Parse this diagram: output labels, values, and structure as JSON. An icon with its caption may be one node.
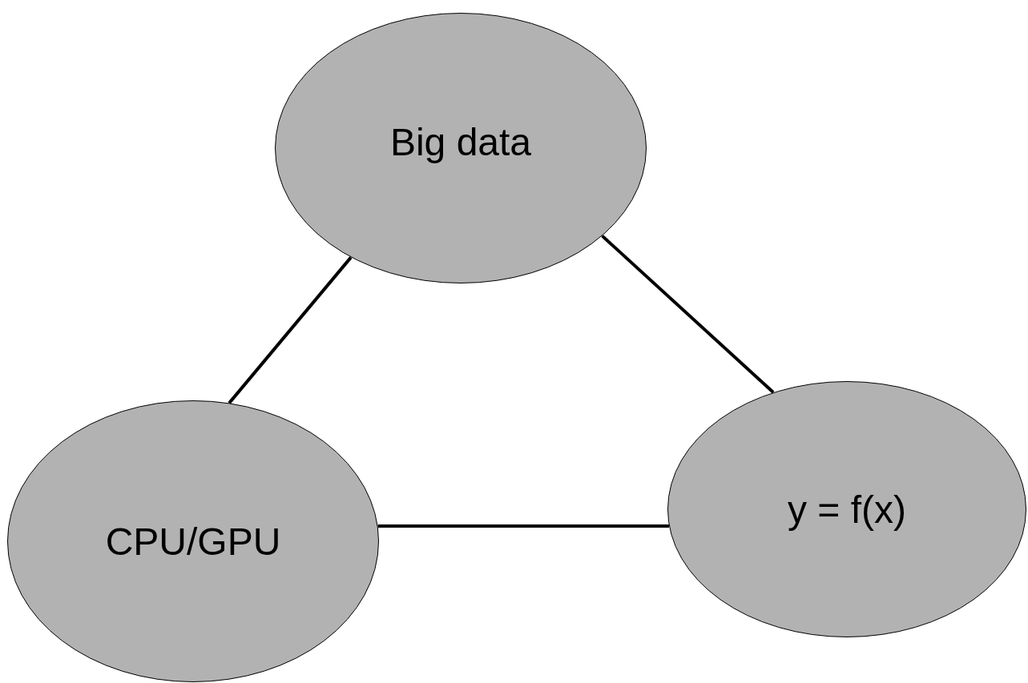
{
  "diagram": {
    "nodes": [
      {
        "text": [
          "Big data"
        ]
      },
      {
        "text": [
          "CPU/GPU"
        ]
      },
      {
        "text": [
          "y = f(x)"
        ]
      }
    ],
    "edges": [
      {
        "from": 0,
        "to": 1,
        "arrow": "none"
      },
      {
        "from": 0,
        "to": 2,
        "arrow": "none"
      },
      {
        "from": 1,
        "to": 2,
        "arrow": "none"
      }
    ]
  }
}
